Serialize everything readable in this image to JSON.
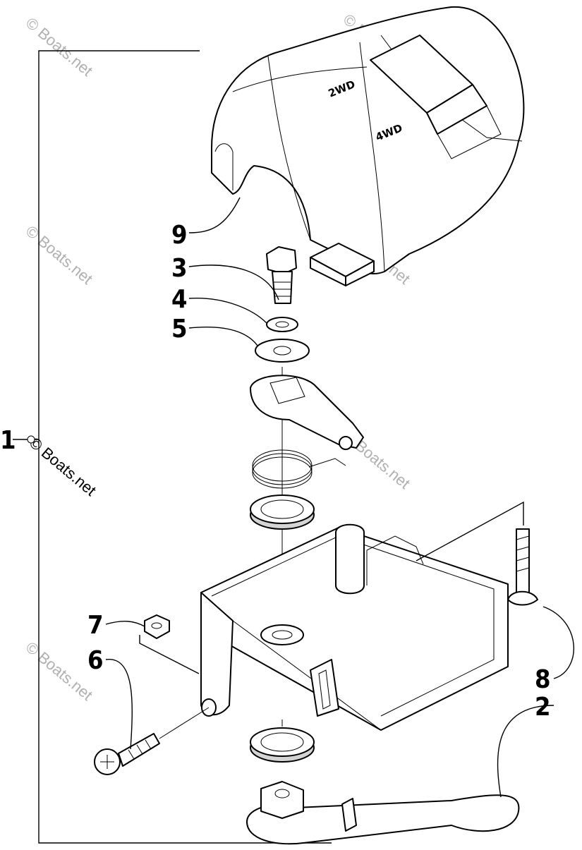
{
  "diagram": {
    "switch_labels": {
      "upper": "2WD",
      "lower": "4WD"
    },
    "callouts": [
      {
        "id": "1",
        "label": "1"
      },
      {
        "id": "2",
        "label": "2"
      },
      {
        "id": "3",
        "label": "3"
      },
      {
        "id": "4",
        "label": "4"
      },
      {
        "id": "5",
        "label": "5"
      },
      {
        "id": "6",
        "label": "6"
      },
      {
        "id": "7",
        "label": "7"
      },
      {
        "id": "8",
        "label": "8"
      },
      {
        "id": "9",
        "label": "9"
      }
    ],
    "watermark": "© Boats.net"
  }
}
